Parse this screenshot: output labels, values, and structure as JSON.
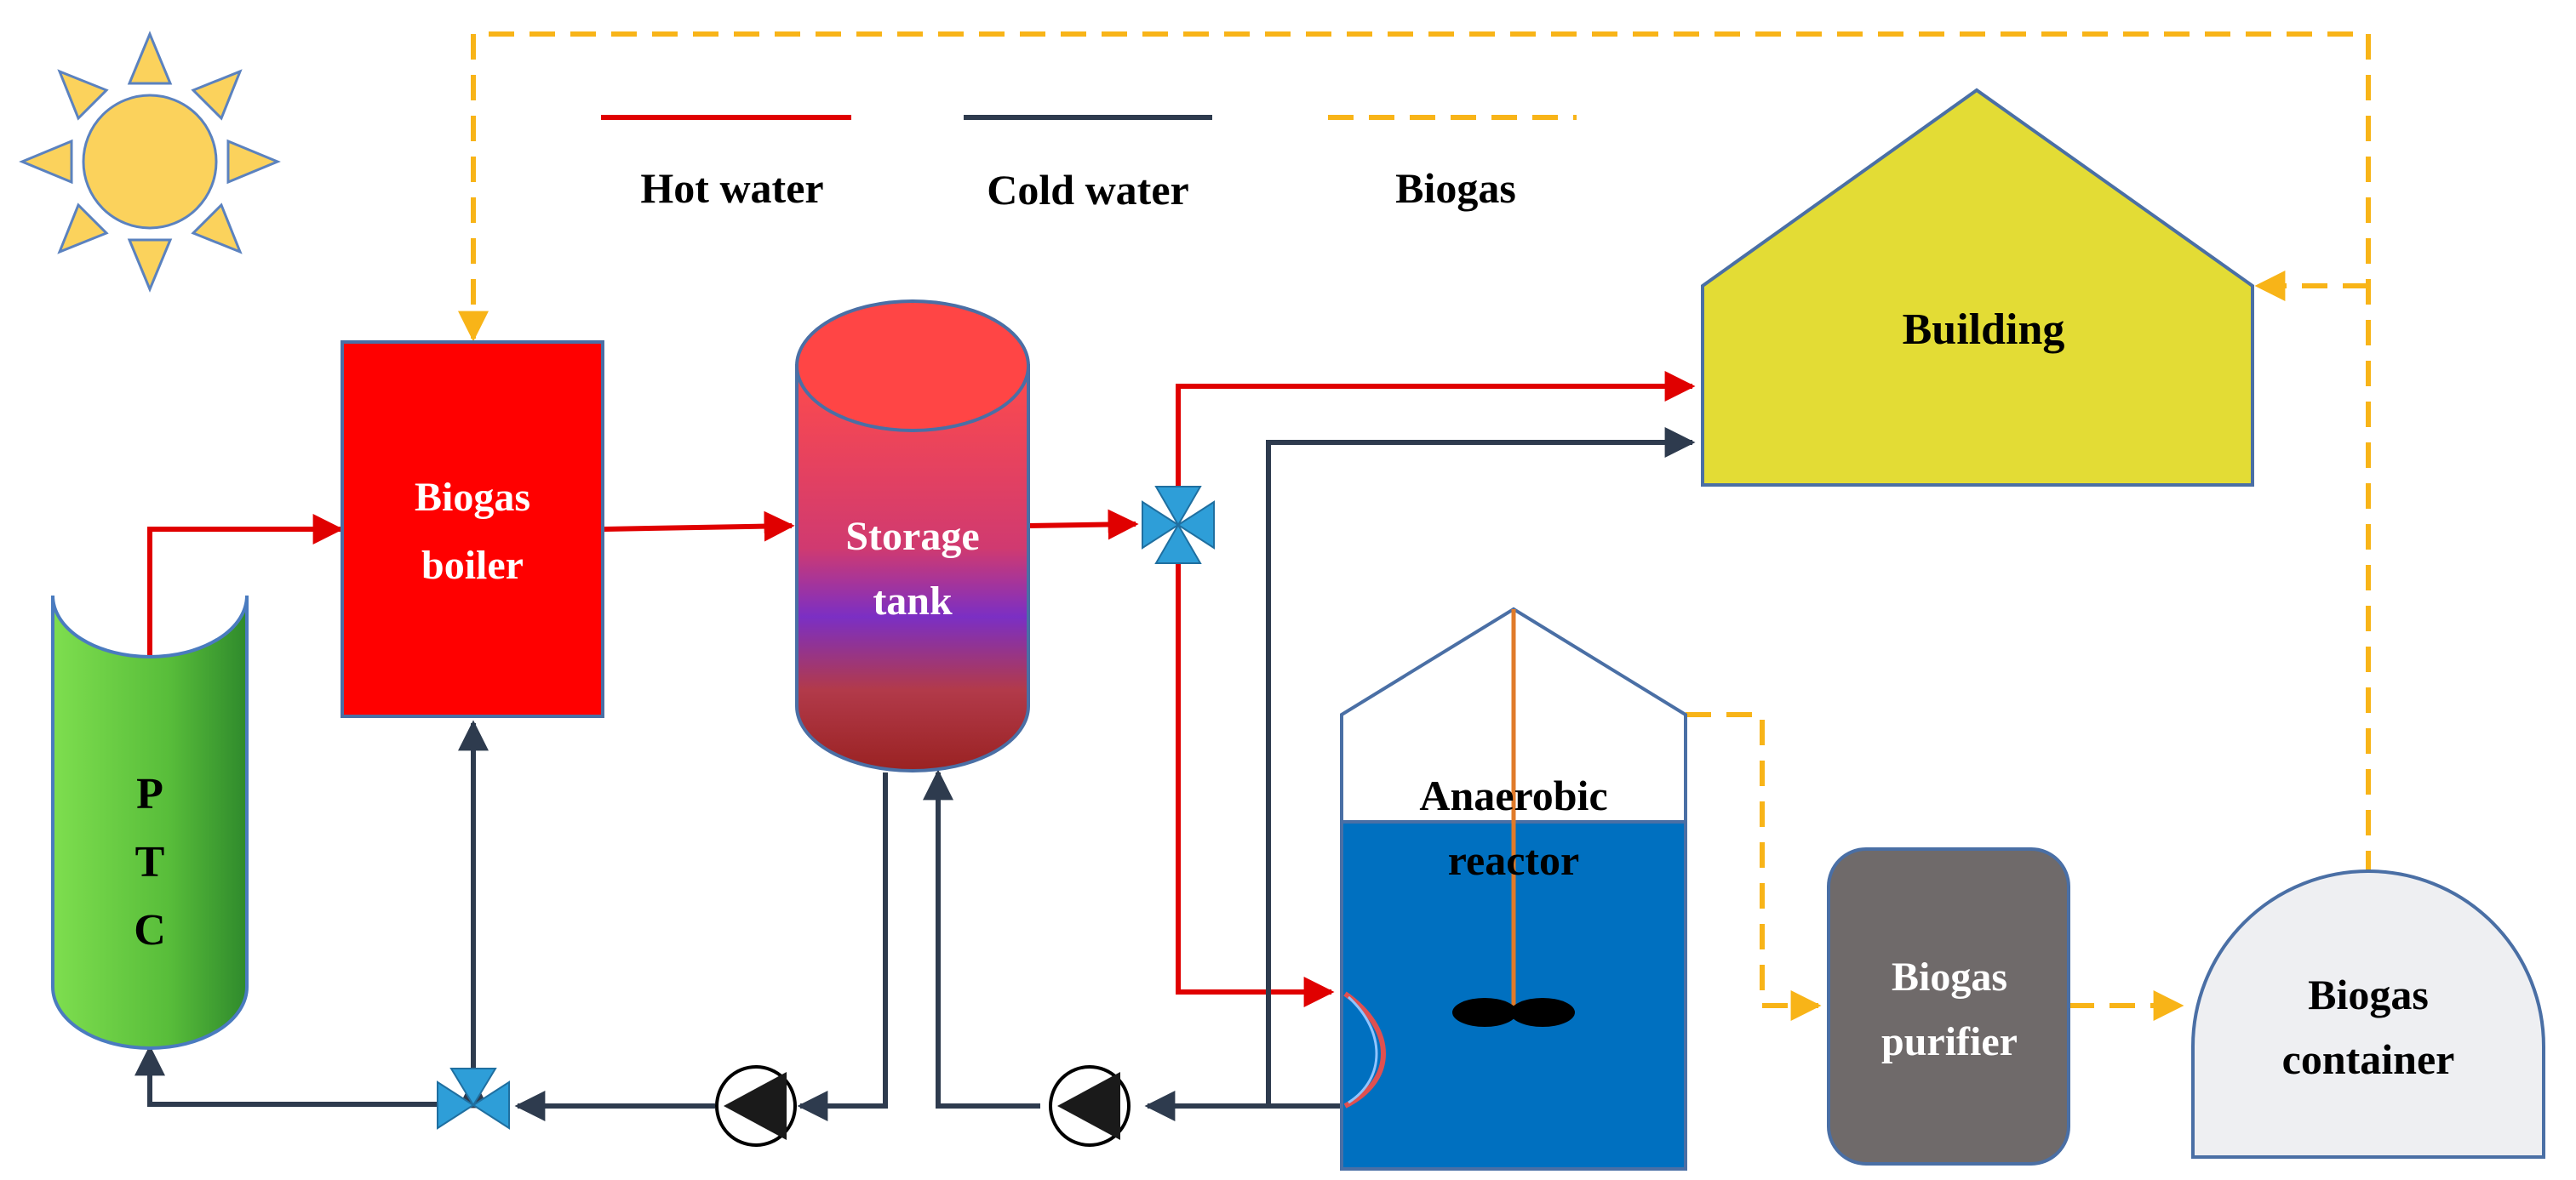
{
  "legend": {
    "hot_water": "Hot water",
    "cold_water": "Cold water",
    "biogas": "Biogas"
  },
  "components": {
    "ptc": [
      "P",
      "T",
      "C"
    ],
    "biogas_boiler": [
      "Biogas",
      "boiler"
    ],
    "storage_tank": [
      "Storage",
      "tank"
    ],
    "building": "Building",
    "anaerobic_reactor": [
      "Anaerobic",
      "reactor"
    ],
    "biogas_purifier": [
      "Biogas",
      "purifier"
    ],
    "biogas_container": [
      "Biogas",
      "container"
    ]
  },
  "colors": {
    "hot_water": "#e00000",
    "cold_water": "#2e3b4e",
    "biogas": "#f8b418",
    "sun": "#fbd25c",
    "ptc_green": "#6cd24a",
    "boiler_red": "#ff0000",
    "building_yellow": "#e3dc35",
    "reactor_blue": "#0070c0",
    "purifier_gray": "#6f6a6a",
    "container_fill": "#eeeff2",
    "valve_blue": "#2e9ed8"
  }
}
